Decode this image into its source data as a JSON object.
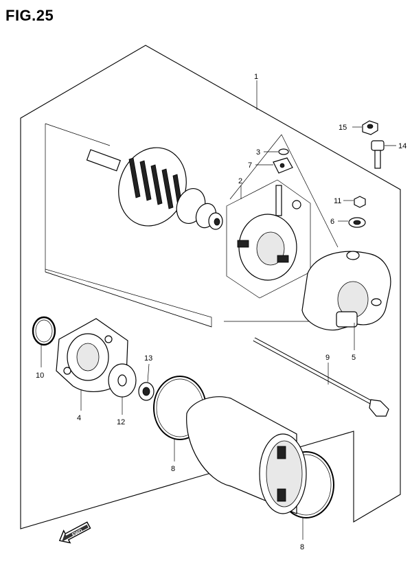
{
  "figure": {
    "title": "FIG.25"
  },
  "fwd_arrow": {
    "text": "FWD",
    "icon": "fwd-arrow-icon"
  },
  "callouts": [
    {
      "id": "c1",
      "label": "1"
    },
    {
      "id": "c2",
      "label": "2"
    },
    {
      "id": "c3",
      "label": "3"
    },
    {
      "id": "c4",
      "label": "4"
    },
    {
      "id": "c5",
      "label": "5"
    },
    {
      "id": "c6",
      "label": "6"
    },
    {
      "id": "c7",
      "label": "7"
    },
    {
      "id": "c8a",
      "label": "8"
    },
    {
      "id": "c8b",
      "label": "8"
    },
    {
      "id": "c9",
      "label": "9"
    },
    {
      "id": "c10",
      "label": "10"
    },
    {
      "id": "c11",
      "label": "11"
    },
    {
      "id": "c12",
      "label": "12"
    },
    {
      "id": "c13",
      "label": "13"
    },
    {
      "id": "c14",
      "label": "14"
    },
    {
      "id": "c15",
      "label": "15"
    }
  ]
}
